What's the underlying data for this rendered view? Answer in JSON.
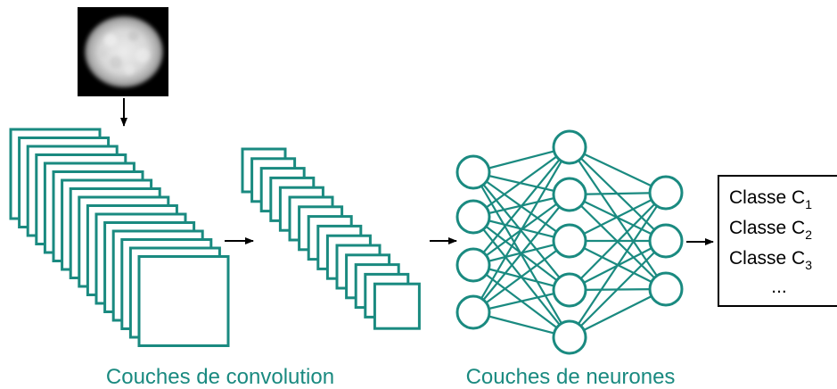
{
  "labels": {
    "conv_layers": "Couches de convolution",
    "neuron_layers": "Couches de neurones"
  },
  "output_box": {
    "classes": [
      {
        "text": "Classe C",
        "sub": "1"
      },
      {
        "text": "Classe C",
        "sub": "2"
      },
      {
        "text": "Classe C",
        "sub": "3"
      }
    ],
    "ellipsis": "..."
  },
  "colors": {
    "teal": "#1a8a80",
    "stroke": "#000000",
    "background": "#ffffff"
  },
  "network": {
    "layer_sizes": [
      4,
      5,
      3
    ]
  },
  "input_image": {
    "icon": "grayscale-cell-nucleus-image"
  }
}
